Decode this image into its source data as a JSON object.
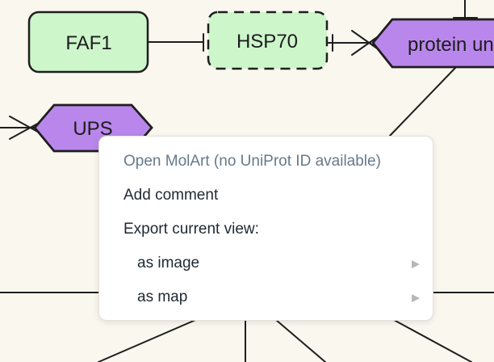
{
  "background_color": "#faf7ef",
  "diagram": {
    "edge_color": "#1e1e1e",
    "node_border_color": "#1e1e1e",
    "nodes": [
      {
        "label": "FAF1",
        "kind": "protein-box",
        "fill": "#cdf6cb"
      },
      {
        "label": "HSP70",
        "kind": "protein-box-dashed",
        "fill": "#cdf6cb"
      },
      {
        "label": "protein un",
        "kind": "phenotype-hexagon",
        "fill": "#b987eb"
      },
      {
        "label": "UPS",
        "kind": "phenotype-hexagon",
        "fill": "#b987eb"
      }
    ]
  },
  "context_menu": {
    "submenu_arrow": "▶",
    "items": [
      {
        "label": "Open MolArt (no UniProt ID available)",
        "disabled": true,
        "submenu": false
      },
      {
        "label": "Add comment",
        "disabled": false,
        "submenu": false
      },
      {
        "label": "Export current view:",
        "disabled": false,
        "submenu": false
      },
      {
        "label": "as image",
        "disabled": false,
        "submenu": true
      },
      {
        "label": "as map",
        "disabled": false,
        "submenu": true
      }
    ]
  }
}
